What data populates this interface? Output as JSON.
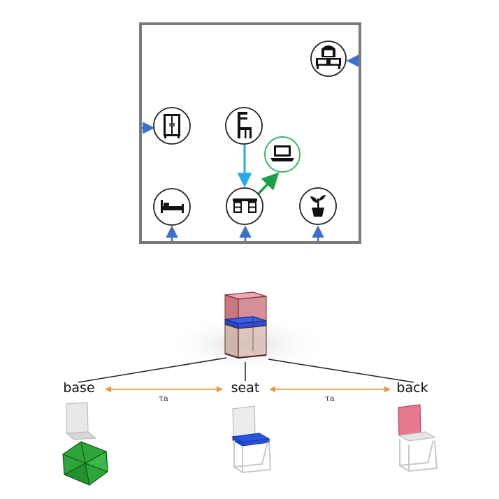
{
  "room": {
    "objects": [
      {
        "icon": "vanity-table-icon",
        "anchor": "right-wall"
      },
      {
        "icon": "wardrobe-icon",
        "anchor": "left-wall"
      },
      {
        "icon": "chair-icon",
        "anchor": "desk"
      },
      {
        "icon": "laptop-icon",
        "anchor": "desk",
        "highlighted": true
      },
      {
        "icon": "bed-icon",
        "anchor": "bottom-wall"
      },
      {
        "icon": "desk-icon",
        "anchor": "bottom-wall"
      },
      {
        "icon": "plant-icon",
        "anchor": "bottom-wall"
      }
    ],
    "colors": {
      "wall": "#7a7a7a",
      "wall_anchor_arrow": "#3d6fce",
      "chair_to_desk_arrow": "#29a8e6",
      "desk_to_laptop_arrow": "#1f9e4a",
      "highlight_ring": "#3cb56a"
    }
  },
  "hierarchy": {
    "parts": [
      {
        "id": "base",
        "label": "base",
        "color": "#2ea43a"
      },
      {
        "id": "seat",
        "label": "seat",
        "color": "#2855e0"
      },
      {
        "id": "back",
        "label": "back",
        "color": "#e8788e"
      }
    ],
    "relations": [
      {
        "from": "base",
        "to": "seat",
        "label": "τa"
      },
      {
        "from": "seat",
        "to": "back",
        "label": "τa"
      }
    ],
    "relation_color": "#e8963a"
  }
}
